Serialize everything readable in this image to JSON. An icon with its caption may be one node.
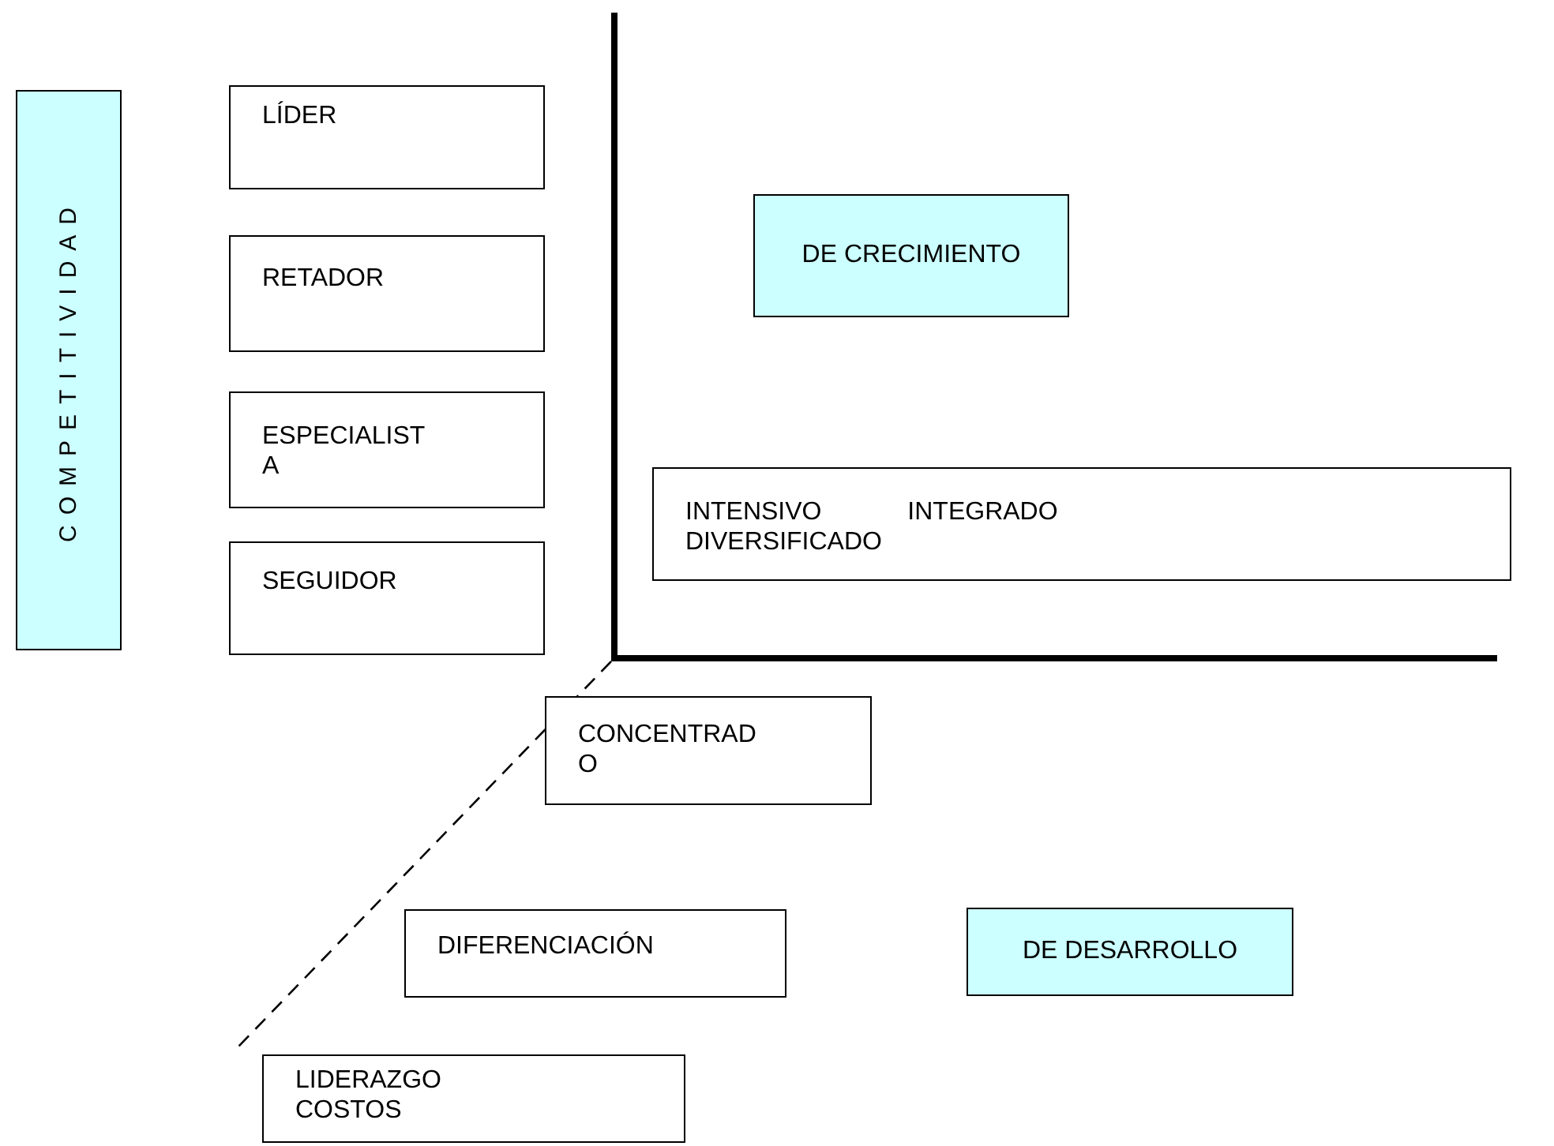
{
  "diagram": {
    "nodes": [
      {
        "text": [
          "COMPETITIVIDAD"
        ]
      },
      {
        "text": [
          "LÍDER"
        ]
      },
      {
        "text": [
          "RETADOR"
        ]
      },
      {
        "text": [
          "ESPECIALISTA"
        ]
      },
      {
        "text": [
          "SEGUIDOR"
        ]
      },
      {
        "text": [
          "DE CRECIMIENTO"
        ]
      },
      {
        "text": [
          "INTENSIVO INTEGRADO DIVERSIFICADO"
        ]
      },
      {
        "text": [
          "CONCENTRADO"
        ]
      },
      {
        "text": [
          "DIFERENCIACIÓN"
        ]
      },
      {
        "text": [
          "DE DESARROLLO"
        ]
      },
      {
        "text": [
          "LIDERAZGO COSTOS"
        ]
      }
    ]
  }
}
